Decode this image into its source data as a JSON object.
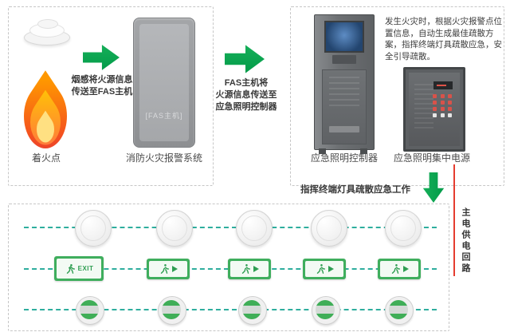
{
  "fire_section": {
    "fire_point_label": "着火点",
    "arrow_caption": [
      "烟感将火源信息",
      "传送至FAS主机"
    ],
    "fas_screen_label": "[FAS主机]",
    "alarm_system_label": "消防火灾报警系统"
  },
  "transfer_section": {
    "caption": [
      "FAS主机将",
      "火源信息传送至",
      "应急照明控制器"
    ]
  },
  "control_section": {
    "description": "发生火灾时，根据火灾报警点位置信息，自动生成最佳疏散方案，指挥终端灯具疏散应急，安全引导疏散。",
    "controller_label": "应急照明控制器",
    "power_label": "应急照明集中电源"
  },
  "dispatch_section": {
    "caption": "指挥终端灯具疏散应急工作"
  },
  "terminal_section": {
    "circuit_label": "主电供电回路",
    "exit_sign_text": "EXIT"
  },
  "colors": {
    "arrow_green": "#0aa64f",
    "bus_teal": "#2fae9e",
    "power_red": "#e53c2f",
    "exit_green": "#3fae5d"
  }
}
